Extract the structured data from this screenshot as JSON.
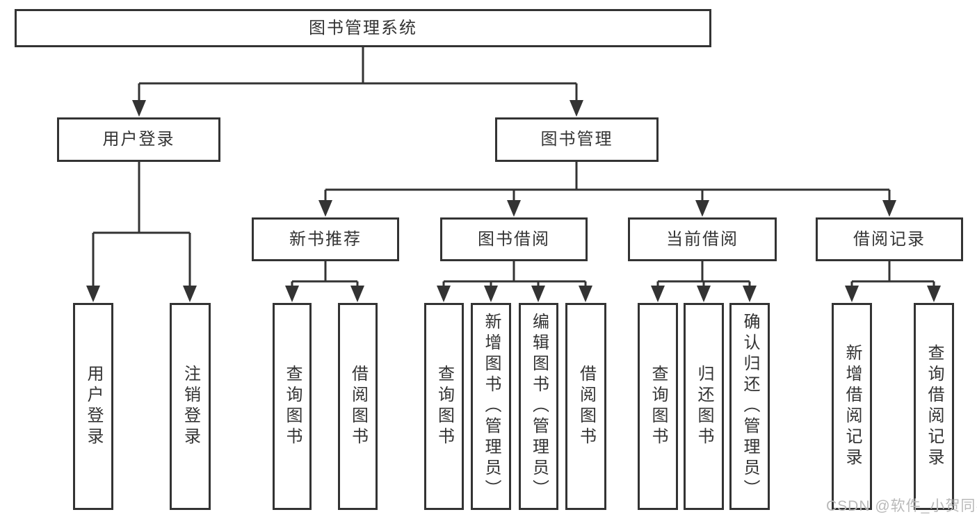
{
  "diagram": {
    "tree": {
      "root": {
        "label": "图书管理系统",
        "children": [
          {
            "label": "用户登录",
            "children": [
              {
                "label": "用户登录"
              },
              {
                "label": "注销登录"
              }
            ]
          },
          {
            "label": "图书管理",
            "children": [
              {
                "label": "新书推荐",
                "children": [
                  {
                    "label": "查询图书"
                  },
                  {
                    "label": "借阅图书"
                  }
                ]
              },
              {
                "label": "图书借阅",
                "children": [
                  {
                    "label": "查询图书"
                  },
                  {
                    "label": "新增图书（管理员）"
                  },
                  {
                    "label": "编辑图书（管理员）"
                  },
                  {
                    "label": "借阅图书"
                  }
                ]
              },
              {
                "label": "当前借阅",
                "children": [
                  {
                    "label": "查询图书"
                  },
                  {
                    "label": "归还图书"
                  },
                  {
                    "label": "确认归还（管理员）"
                  }
                ]
              },
              {
                "label": "借阅记录",
                "children": [
                  {
                    "label": "新增借阅记录"
                  },
                  {
                    "label": "查询借阅记录"
                  }
                ]
              }
            ]
          }
        ]
      }
    },
    "watermark": "CSDN @软件_小贺同学",
    "colors": {
      "line": "#333333",
      "text": "#333333",
      "box_background": "#ffffff",
      "watermark_text": "#b9b9b9"
    }
  }
}
